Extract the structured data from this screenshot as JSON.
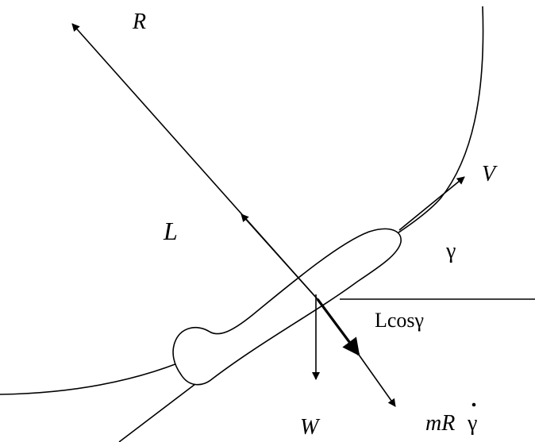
{
  "labels": {
    "R": "R",
    "V": "V",
    "L": "L",
    "gamma": "γ",
    "lcos": "Lcosγ",
    "W": "W",
    "mR": "mR",
    "gamma_dot": "γ"
  },
  "colors": {
    "stroke": "#000000",
    "background": "#ffffff"
  }
}
